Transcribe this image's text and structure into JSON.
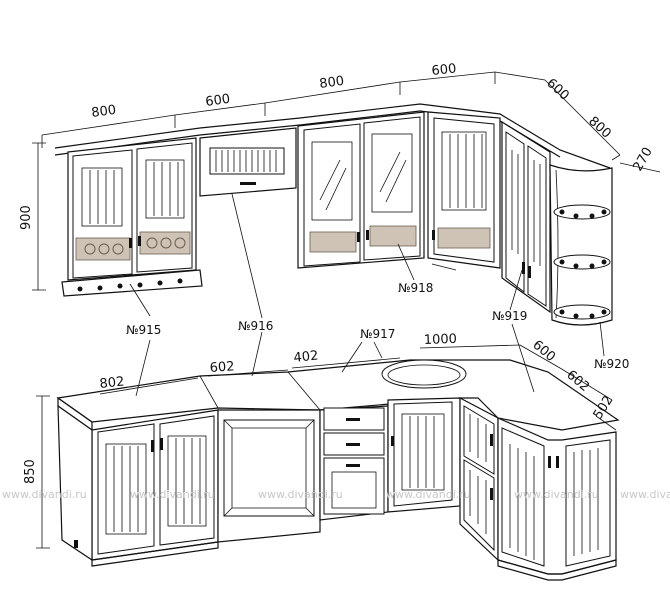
{
  "upper_dimensions": {
    "d800a": "800",
    "d600a": "600",
    "d800b": "800",
    "d600b": "600",
    "d600c": "600",
    "d800c": "800",
    "d270": "270",
    "h900": "900"
  },
  "lower_dimensions": {
    "d802": "802",
    "d602a": "602",
    "d402": "402",
    "d1000": "1000",
    "d600": "600",
    "d602b": "602",
    "d502": "502",
    "h850": "850"
  },
  "module_labels": {
    "n915": "№915",
    "n916": "№916",
    "n917": "№917",
    "n918": "№918",
    "n919": "№919",
    "n920": "№920"
  },
  "watermark": "www.divandi.ru"
}
